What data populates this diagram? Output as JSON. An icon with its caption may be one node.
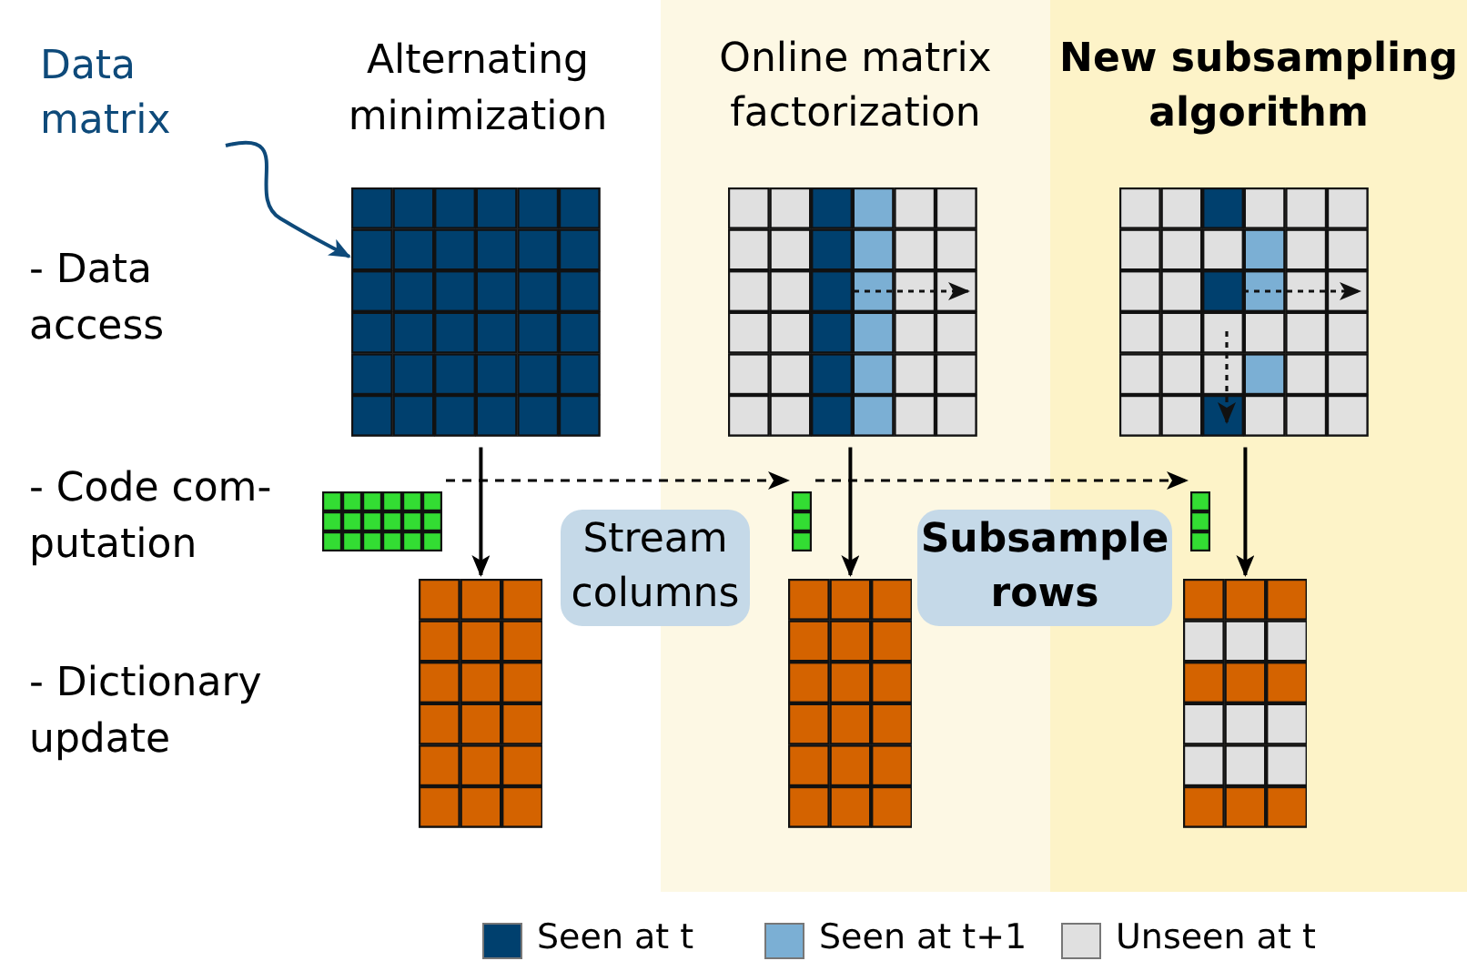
{
  "diagram": {
    "nodes": [
      {
        "text": [
          "Data matrix"
        ]
      },
      {
        "text": [
          "Online matrix factorization"
        ]
      },
      {
        "text": [
          "New subsampling algorithm"
        ]
      },
      {
        "text": [],
        "shape": "grid"
      },
      {
        "text": [],
        "shape": "grid",
        "in": 1
      },
      {
        "text": [],
        "shape": "grid",
        "in": 2
      },
      {
        "text": [],
        "shape": "grid"
      },
      {
        "text": [],
        "shape": "grid",
        "in": 1
      },
      {
        "text": [],
        "shape": "grid",
        "in": 2
      },
      {
        "text": [
          "Stream columns"
        ]
      },
      {
        "text": [
          "Subsample rows"
        ]
      },
      {
        "text": [],
        "shape": "grid"
      },
      {
        "text": [],
        "shape": "grid",
        "in": 1
      },
      {
        "text": [],
        "shape": "grid",
        "in": 2
      }
    ],
    "edges": [
      {
        "from": 0,
        "to": 3,
        "arrow": "to",
        "color": "#0e4a7a"
      },
      {
        "from": 3,
        "to": 11,
        "arrow": "to"
      },
      {
        "from": 4,
        "to": 12,
        "arrow": "to"
      },
      {
        "from": 5,
        "to": 13,
        "arrow": "to"
      },
      {
        "from": 6,
        "to": 7,
        "arrow": "to",
        "style": "dashed"
      },
      {
        "from": 7,
        "to": 8,
        "arrow": "to",
        "style": "dashed"
      }
    ],
    "labels": [
      "Alternating minimization",
      "- Data access",
      "- Code com- putation",
      "- Dictionary update"
    ],
    "legend": [
      {
        "text": "Seen at t",
        "color": "#00406e"
      },
      {
        "text": "Seen at t+1",
        "color": "#7bafd4"
      },
      {
        "text": "Unseen at t",
        "color": "#e0e0e0"
      }
    ]
  }
}
